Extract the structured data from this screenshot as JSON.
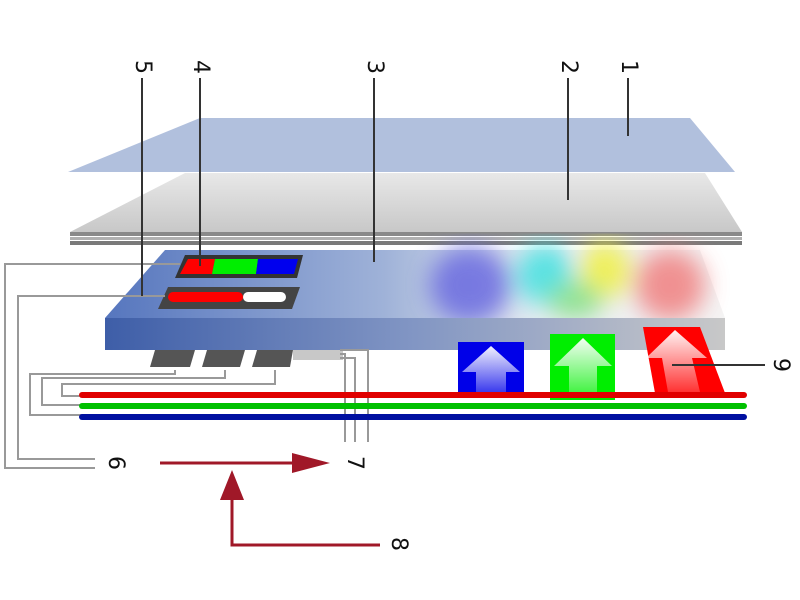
{
  "labels": {
    "l1": "1",
    "l2": "2",
    "l3": "3",
    "l4": "4",
    "l5": "5",
    "l6": "6",
    "l7": "7",
    "l8": "8",
    "l9": "9"
  },
  "colors": {
    "red": "#ff0000",
    "green": "#00e000",
    "blue": "#0000e0",
    "panel_blue": "#4a68b0",
    "arrow_dark_red": "#a01828"
  }
}
